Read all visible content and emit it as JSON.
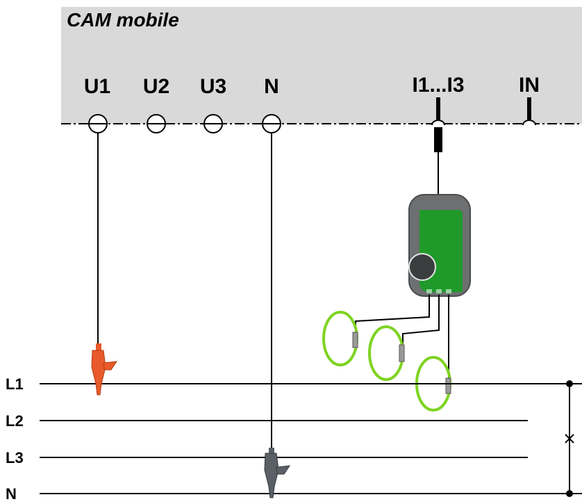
{
  "device": {
    "title": "CAM mobile",
    "terminals": {
      "u1": "U1",
      "u2": "U2",
      "u3": "U3",
      "n": "N",
      "i1_i3": "I1...I3",
      "in": "IN"
    }
  },
  "bus_lines": {
    "l1": "L1",
    "l2": "L2",
    "l3": "L3",
    "n": "N"
  },
  "colors": {
    "panel": "#d9d9d9",
    "clip_red": "#e85a2a",
    "clip_gray": "#5a6066",
    "module_green": "#1f9a2a",
    "module_body": "#6d6f71",
    "coil_green": "#7ed321"
  }
}
